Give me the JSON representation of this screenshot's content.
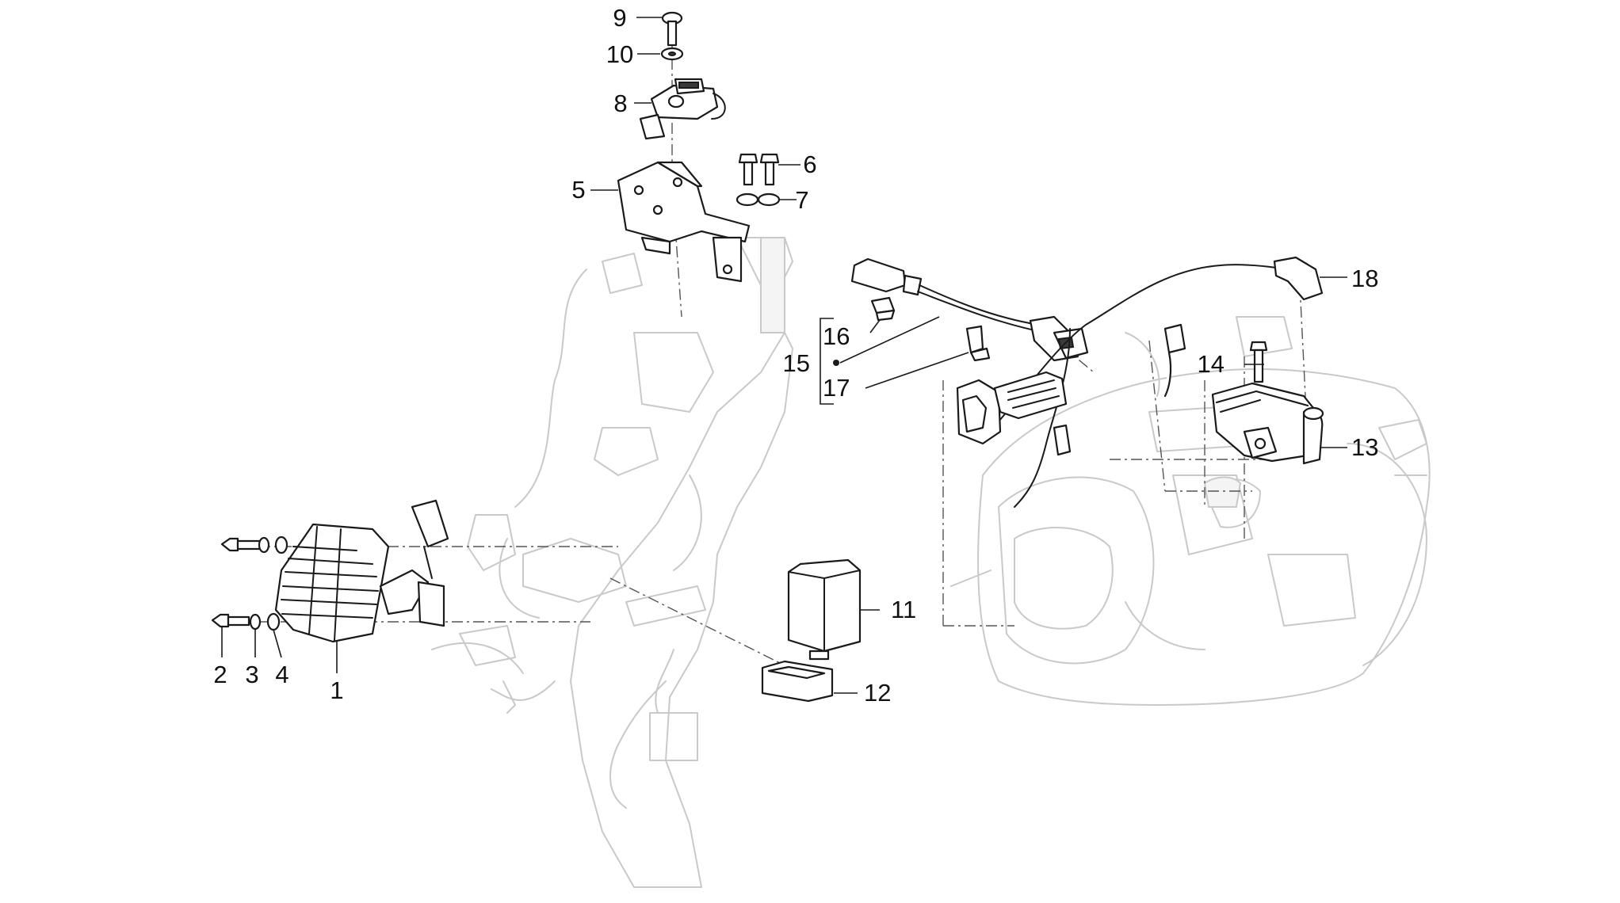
{
  "diagram": {
    "line_color": "#1a1a1a",
    "ghost_color": "#c9c9c9",
    "callouts": [
      {
        "id": "c1",
        "label": "1"
      },
      {
        "id": "c2",
        "label": "2"
      },
      {
        "id": "c3",
        "label": "3"
      },
      {
        "id": "c4",
        "label": "4"
      },
      {
        "id": "c5",
        "label": "5"
      },
      {
        "id": "c6",
        "label": "6"
      },
      {
        "id": "c7",
        "label": "7"
      },
      {
        "id": "c8",
        "label": "8"
      },
      {
        "id": "c9",
        "label": "9"
      },
      {
        "id": "c10",
        "label": "10"
      },
      {
        "id": "c11",
        "label": "11"
      },
      {
        "id": "c12",
        "label": "12"
      },
      {
        "id": "c13",
        "label": "13"
      },
      {
        "id": "c14",
        "label": "14"
      },
      {
        "id": "c15",
        "label": "15"
      },
      {
        "id": "c16",
        "label": "16"
      },
      {
        "id": "c17",
        "label": "17"
      },
      {
        "id": "c18",
        "label": "18"
      }
    ]
  }
}
